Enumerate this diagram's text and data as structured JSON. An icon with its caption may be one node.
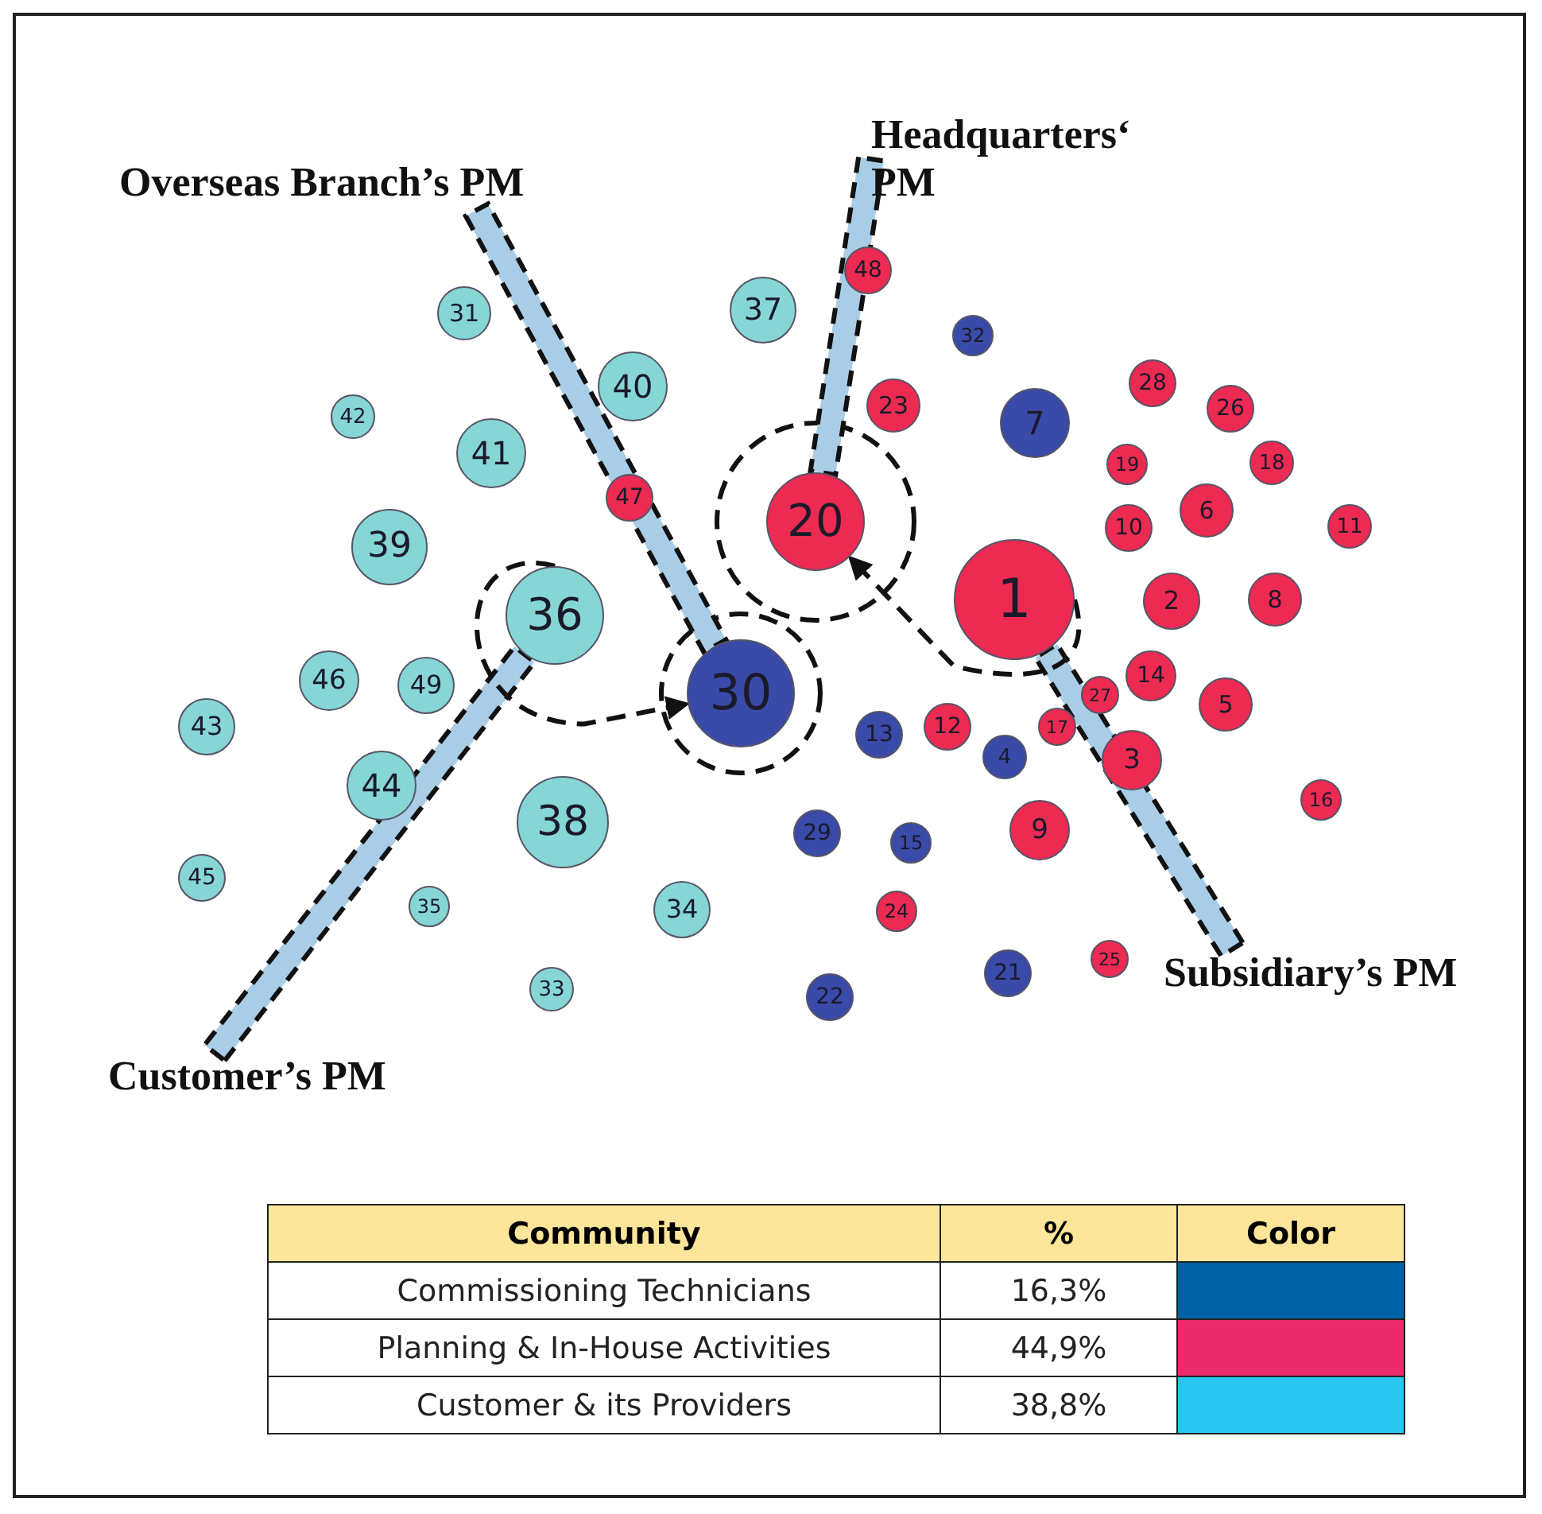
{
  "diagram": {
    "nodes": [
      {
        "text": [
          "Overseas Branch’s PM"
        ]
      },
      {
        "text": [
          "Headquarters‘ PM"
        ]
      },
      {
        "text": [
          "Customer’s PM"
        ]
      },
      {
        "text": [
          "Subsidiary’s PM"
        ]
      },
      {
        "text": [
          "1"
        ]
      },
      {
        "text": [
          "2"
        ]
      },
      {
        "text": [
          "3"
        ]
      },
      {
        "text": [
          "4"
        ]
      },
      {
        "text": [
          "5"
        ]
      },
      {
        "text": [
          "6"
        ]
      },
      {
        "text": [
          "7"
        ]
      },
      {
        "text": [
          "8"
        ]
      },
      {
        "text": [
          "9"
        ]
      },
      {
        "text": [
          "10"
        ]
      },
      {
        "text": [
          "11"
        ]
      },
      {
        "text": [
          "12"
        ]
      },
      {
        "text": [
          "13"
        ]
      },
      {
        "text": [
          "14"
        ]
      },
      {
        "text": [
          "15"
        ]
      },
      {
        "text": [
          "16"
        ]
      },
      {
        "text": [
          "17"
        ]
      },
      {
        "text": [
          "18"
        ]
      },
      {
        "text": [
          "19"
        ]
      },
      {
        "text": [
          "20"
        ]
      },
      {
        "text": [
          "21"
        ]
      },
      {
        "text": [
          "22"
        ]
      },
      {
        "text": [
          "23"
        ]
      },
      {
        "text": [
          "24"
        ]
      },
      {
        "text": [
          "25"
        ]
      },
      {
        "text": [
          "26"
        ]
      },
      {
        "text": [
          "27"
        ]
      },
      {
        "text": [
          "28"
        ]
      },
      {
        "text": [
          "29"
        ]
      },
      {
        "text": [
          "30"
        ]
      },
      {
        "text": [
          "31"
        ]
      },
      {
        "text": [
          "32"
        ]
      },
      {
        "text": [
          "33"
        ]
      },
      {
        "text": [
          "34"
        ]
      },
      {
        "text": [
          "35"
        ]
      },
      {
        "text": [
          "36"
        ]
      },
      {
        "text": [
          "37"
        ]
      },
      {
        "text": [
          "38"
        ]
      },
      {
        "text": [
          "39"
        ]
      },
      {
        "text": [
          "40"
        ]
      },
      {
        "text": [
          "41"
        ]
      },
      {
        "text": [
          "42"
        ]
      },
      {
        "text": [
          "43"
        ]
      },
      {
        "text": [
          "44"
        ]
      },
      {
        "text": [
          "45"
        ]
      },
      {
        "text": [
          "46"
        ]
      },
      {
        "text": [
          "47"
        ]
      },
      {
        "text": [
          "48"
        ]
      },
      {
        "text": [
          "49"
        ]
      }
    ],
    "edges": [
      {
        "from": 0,
        "to": 33,
        "arrow": "none",
        "style": "thick",
        "color": "#a9cde6"
      },
      {
        "from": 1,
        "to": 23,
        "arrow": "none",
        "style": "thick",
        "color": "#a9cde6"
      },
      {
        "from": 2,
        "to": 39,
        "arrow": "none",
        "style": "thick",
        "color": "#a9cde6"
      },
      {
        "from": 3,
        "to": 4,
        "arrow": "none",
        "style": "thick",
        "color": "#a9cde6"
      },
      {
        "from": 39,
        "to": 33,
        "arrow": "to",
        "style": "dashed"
      },
      {
        "from": 4,
        "to": 23,
        "arrow": "to",
        "style": "dashed"
      }
    ],
    "labels": [
      "Community",
      "%",
      "Color",
      "16,3%",
      "44,9%",
      "38,8%"
    ],
    "legend": [
      {
        "text": "Commissioning Technicians",
        "color": "#0062a6"
      },
      {
        "text": "Planning & In-House Activities",
        "color": "#ec2a6c"
      },
      {
        "text": "Customer & its Providers",
        "color": "#2bc6ef"
      }
    ]
  }
}
